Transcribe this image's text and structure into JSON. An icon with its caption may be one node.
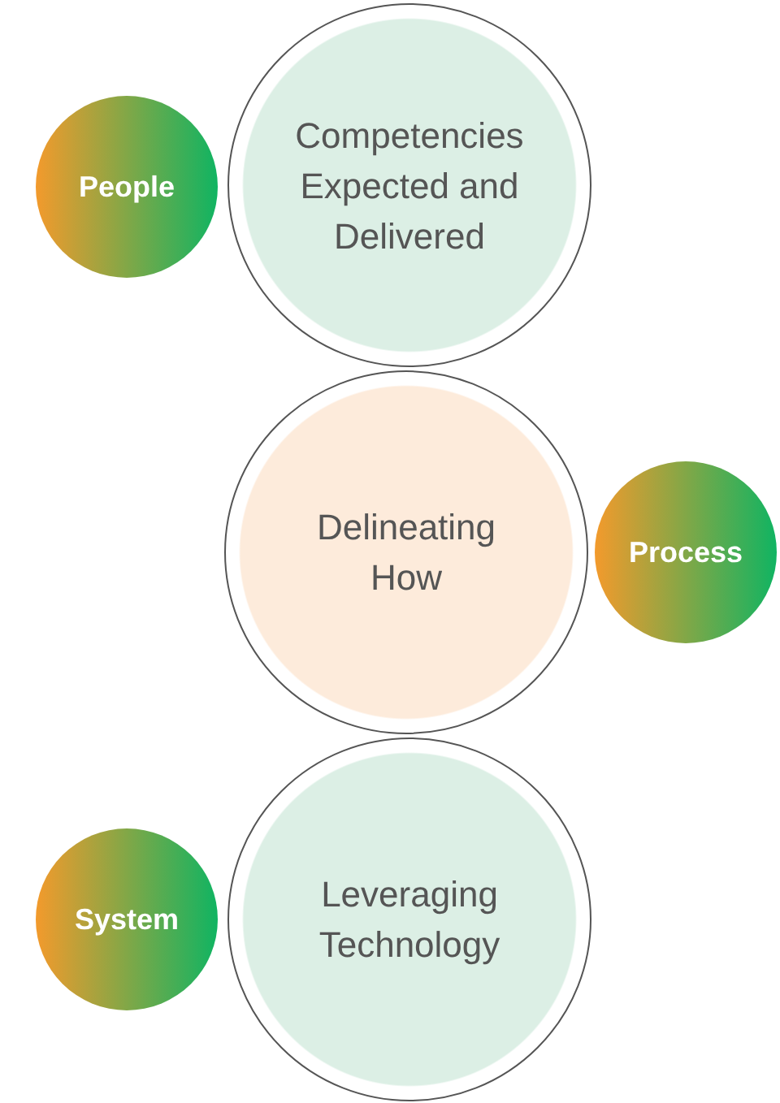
{
  "diagram": {
    "nodes": [
      {
        "text": [
          "Competencies Expected and Delivered"
        ]
      },
      {
        "text": [
          "People"
        ]
      },
      {
        "text": [
          "Delineating How"
        ]
      },
      {
        "text": [
          "Process"
        ]
      },
      {
        "text": [
          "Leveraging Technology"
        ]
      },
      {
        "text": [
          "System"
        ]
      }
    ]
  }
}
